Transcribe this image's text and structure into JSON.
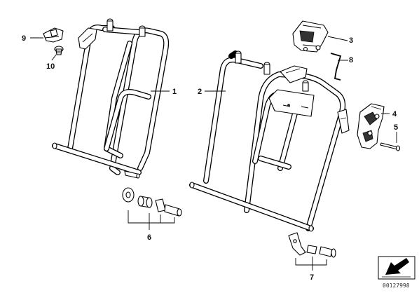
{
  "callouts": [
    "1",
    "2",
    "3",
    "4",
    "5",
    "6",
    "7",
    "8",
    "9",
    "10"
  ],
  "reference_code": "00127998",
  "icons": {
    "orientation": "arrow-icon"
  }
}
